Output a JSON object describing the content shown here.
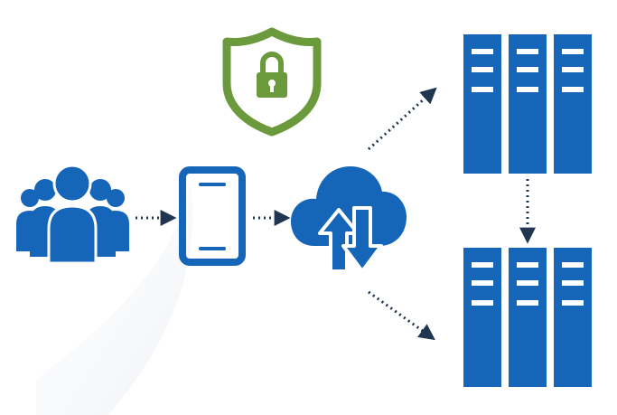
{
  "diagram": {
    "icons": {
      "security": "shield-lock-icon",
      "users": "user-group-icon",
      "device": "tablet-icon",
      "cloud": "cloud-upload-download-icon",
      "server_top": "server-rack-icon",
      "server_bottom": "server-rack-icon"
    },
    "connections": [
      {
        "from": "users",
        "to": "device",
        "style": "dotted-arrow"
      },
      {
        "from": "device",
        "to": "cloud",
        "style": "dotted-arrow"
      },
      {
        "from": "cloud",
        "to": "server_top",
        "style": "dotted-arrow"
      },
      {
        "from": "cloud",
        "to": "server_bottom",
        "style": "dotted-arrow"
      },
      {
        "from": "server_top",
        "to": "server_bottom",
        "style": "dotted-arrow"
      }
    ],
    "colors": {
      "primary_blue": "#1565B8",
      "security_green": "#6A9A3C",
      "arrow_navy": "#1F3550",
      "background": "#FFFFFF"
    }
  }
}
